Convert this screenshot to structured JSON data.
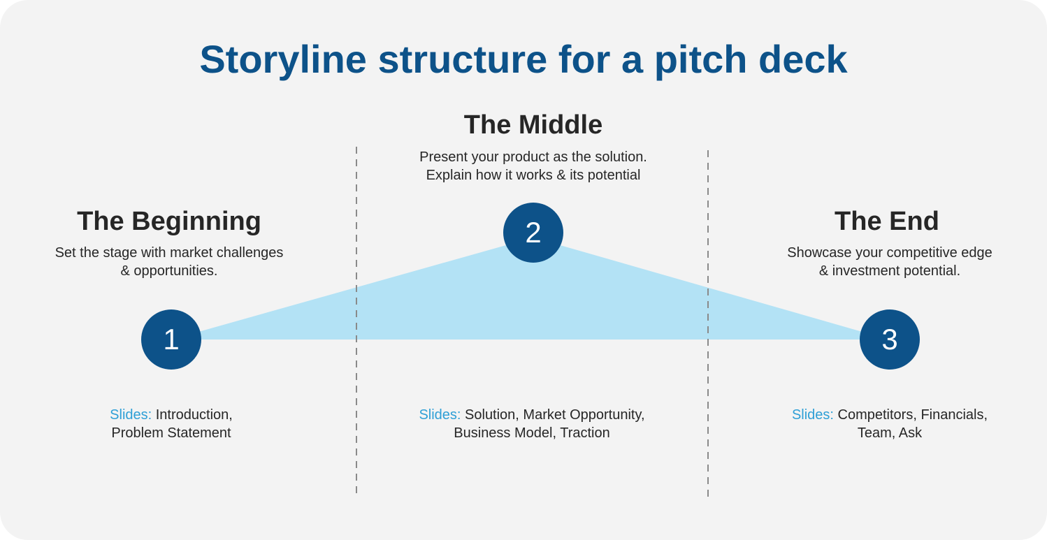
{
  "title": "Storyline structure for a pitch deck",
  "colors": {
    "primary": "#0d5289",
    "accent_label": "#2e9fd6",
    "triangle_fill": "#b3e2f5",
    "background": "#f3f3f3",
    "text": "#262626",
    "divider": "#8a8a8a"
  },
  "stages": [
    {
      "number": "1",
      "heading": "The Beginning",
      "desc_lines": [
        "Set the stage with market challenges",
        "& opportunities."
      ],
      "slides_label": "Slides:",
      "slides_line1": "Introduction,",
      "slides_line2": "Problem Statement"
    },
    {
      "number": "2",
      "heading": "The Middle",
      "desc_lines": [
        "Present your product as the solution.",
        "Explain how it works & its potential"
      ],
      "slides_label": "Slides:",
      "slides_line1": "Solution, Market Opportunity,",
      "slides_line2": "Business Model, Traction"
    },
    {
      "number": "3",
      "heading": "The End",
      "desc_lines": [
        "Showcase your competitive edge",
        "& investment potential."
      ],
      "slides_label": "Slides:",
      "slides_line1": "Competitors, Financials,",
      "slides_line2": "Team, Ask"
    }
  ]
}
